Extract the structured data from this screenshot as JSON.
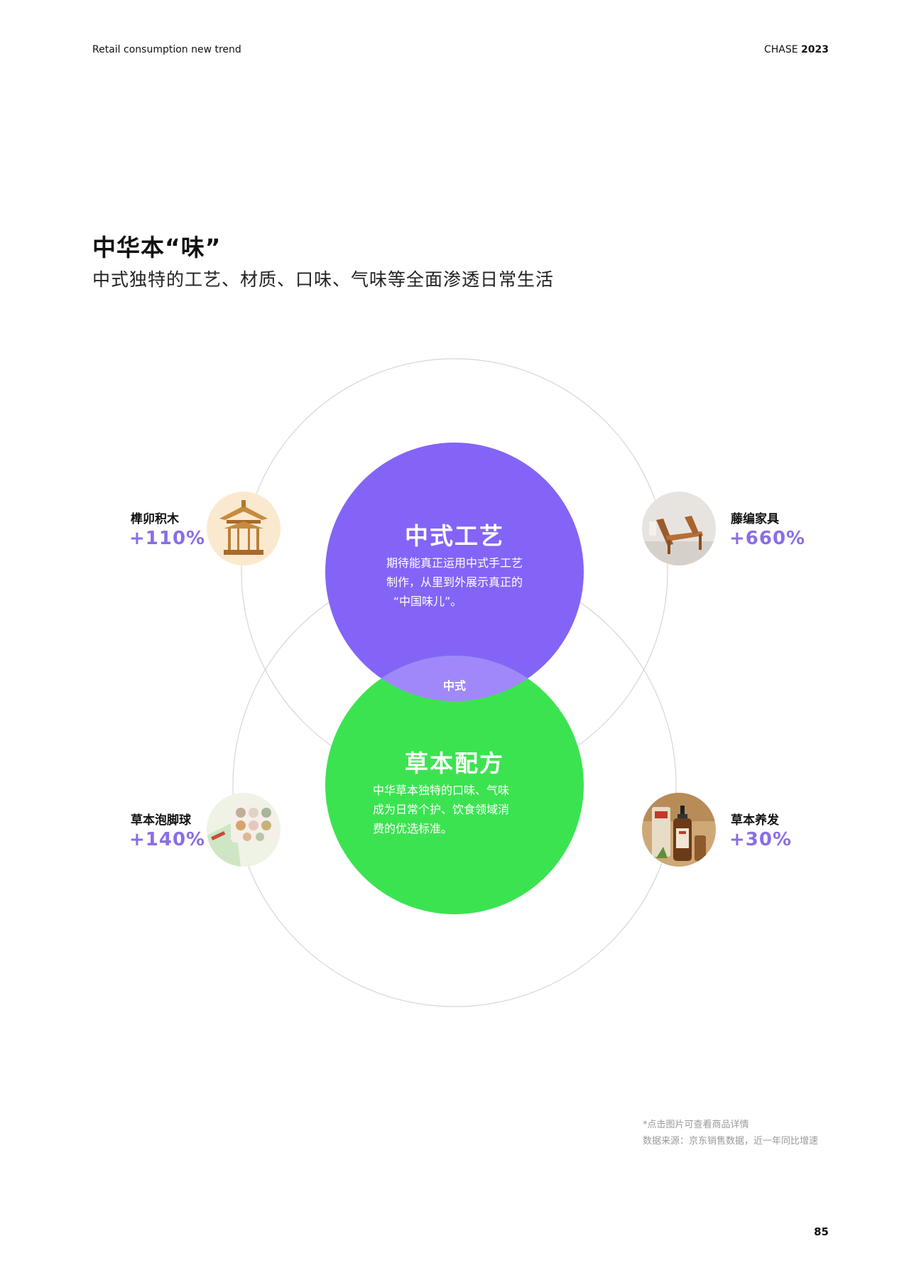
{
  "header": {
    "left_text": "Retail consumption new trend",
    "right_brand": "CHASE",
    "right_year": "2023"
  },
  "title": "中华本“味”",
  "subtitle": "中式独特的工艺、材质、口味、气味等全面渗透日常生活",
  "circles": {
    "top": {
      "title": "中式工艺",
      "lines": [
        "期待能真正运用中式手工艺",
        "制作，从里到外展示真正的",
        "“中国味儿”。"
      ],
      "color": "#8464f6"
    },
    "bottom": {
      "title": "草本配方",
      "lines": [
        "中华草本独特的口味、气味",
        "成为日常个护、饮食领域消",
        "费的优选标准。"
      ],
      "color": "#3ce351"
    },
    "overlap": {
      "label": "中式",
      "color": "#a088fb"
    }
  },
  "products": [
    {
      "name": "榫卯积木",
      "growth": "+110%",
      "icon": "pavilion-icon"
    },
    {
      "name": "藤编家具",
      "growth": "+660%",
      "icon": "chair-icon"
    },
    {
      "name": "草本泡脚球",
      "growth": "+140%",
      "icon": "foot-bath-ball-icon"
    },
    {
      "name": "草本养发",
      "growth": "+30%",
      "icon": "shampoo-bottle-icon"
    }
  ],
  "accent_color": "#8a6ee6",
  "footer": {
    "note": "*点击图片可查看商品详情",
    "source": "数据来源：京东销售数据，近一年同比增速"
  },
  "page_number": "85"
}
